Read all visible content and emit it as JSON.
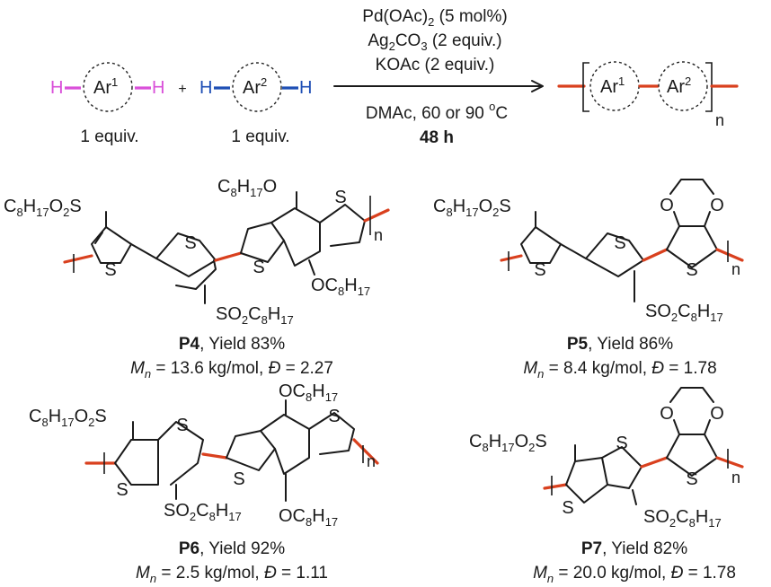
{
  "scheme": {
    "conditions": {
      "catalyst": "Pd(OAc)",
      "catalyst_sub": "2",
      "catalyst_amount": " (5 mol%)",
      "oxidant_a": "Ag",
      "oxidant_sub1": "2",
      "oxidant_b": "CO",
      "oxidant_sub2": "3",
      "oxidant_amount": " (2 equiv.)",
      "base": "KOAc (2 equiv.)",
      "solvent": "DMAc, 60 or 90 ",
      "temp_sup": "o",
      "temp_unit": "C",
      "time": "48 h"
    },
    "reactant1": {
      "h": "H",
      "ar": "Ar",
      "sup": "1",
      "equiv": "1 equiv."
    },
    "plus": "+",
    "reactant2": {
      "h": "H",
      "ar": "Ar",
      "sup": "2",
      "equiv": "1 equiv."
    },
    "product": {
      "ar1": "Ar",
      "sup1": "1",
      "ar2": "Ar",
      "sup2": "2",
      "n": "n"
    }
  },
  "polymers": [
    {
      "id": "P4",
      "yield_text": ", Yield 83%",
      "mn_label": "M",
      "mn_sub": "n",
      "mn_value": " = 13.6 kg/mol, ",
      "d_label": "Đ",
      "d_value": " = 2.27"
    },
    {
      "id": "P5",
      "yield_text": ", Yield 86%",
      "mn_label": "M",
      "mn_sub": "n",
      "mn_value": " = 8.4 kg/mol, ",
      "d_label": "Đ",
      "d_value": " = 1.78"
    },
    {
      "id": "P6",
      "yield_text": ", Yield 92%",
      "mn_label": "M",
      "mn_sub": "n",
      "mn_value": " = 2.5 kg/mol, ",
      "d_label": "Đ",
      "d_value": " = 1.11"
    },
    {
      "id": "P7",
      "yield_text": ", Yield 82%",
      "mn_label": "M",
      "mn_sub": "n",
      "mn_value": " = 20.0 kg/mol, ",
      "d_label": "Đ",
      "d_value": " = 1.78"
    }
  ],
  "atoms": {
    "S": "S",
    "O": "O",
    "n": "n",
    "c8": "C",
    "c8_sub": "8",
    "h17": "H",
    "h17_sub": "17",
    "o2s_o": "O",
    "o2s_sub": "2",
    "o2s_s": "S",
    "so2_s": "SO",
    "so2_sub": "2",
    "oc_o": "OC",
    "co_o": "O"
  },
  "colors": {
    "backbone": "#d9401e",
    "h_pink": "#d950d9",
    "h_blue": "#1f4fb5"
  }
}
